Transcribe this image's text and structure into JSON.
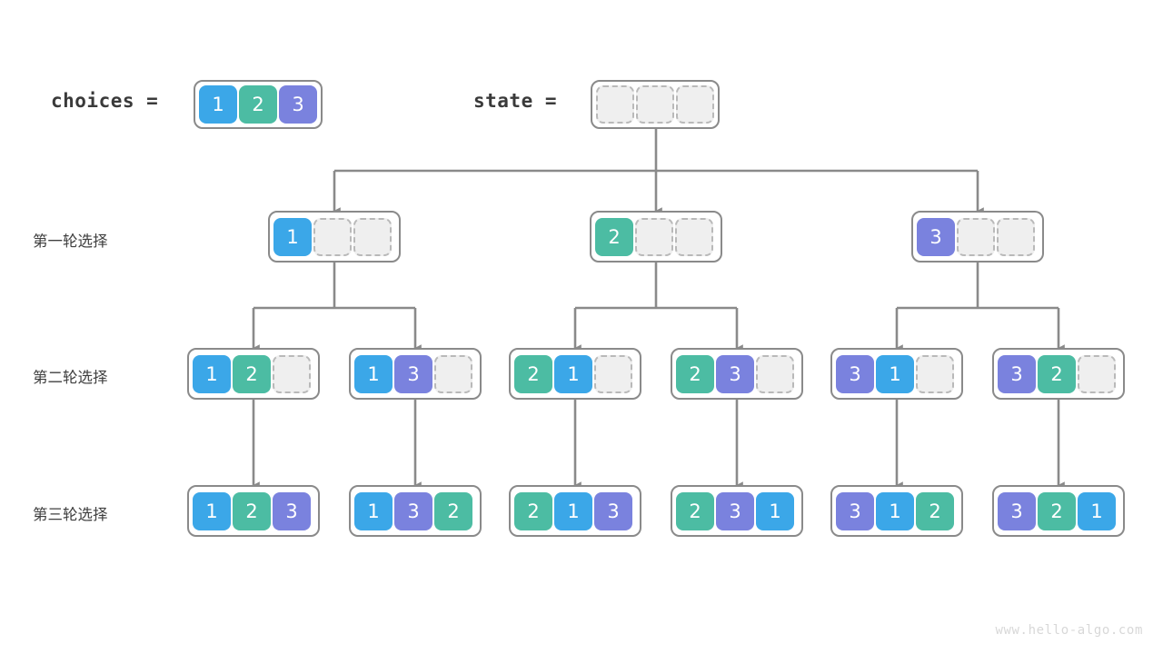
{
  "diagram": {
    "title_watermark": "www.hello-algo.com",
    "palette": {
      "blue": "#3BA7E8",
      "teal": "#4CBCA3",
      "purple": "#7A82DE",
      "empty_fill": "#efefef",
      "empty_border": "#b9b9b9",
      "box_border": "#8a8a8a",
      "connector": "#8a8a8a",
      "label_text": "#3f3f3f"
    },
    "header": {
      "choices_label": "choices  =",
      "choices_values": [
        "1",
        "2",
        "3"
      ],
      "state_label": "state  =",
      "state_values": [
        "",
        "",
        ""
      ]
    },
    "row_labels": [
      "第一轮选择",
      "第二轮选择",
      "第三轮选择"
    ],
    "rows": [
      {
        "name": "first-round",
        "nodes": [
          {
            "values": [
              "1",
              "",
              ""
            ]
          },
          {
            "values": [
              "2",
              "",
              ""
            ]
          },
          {
            "values": [
              "3",
              "",
              ""
            ]
          }
        ]
      },
      {
        "name": "second-round",
        "nodes": [
          {
            "values": [
              "1",
              "2",
              ""
            ]
          },
          {
            "values": [
              "1",
              "3",
              ""
            ]
          },
          {
            "values": [
              "2",
              "1",
              ""
            ]
          },
          {
            "values": [
              "2",
              "3",
              ""
            ]
          },
          {
            "values": [
              "3",
              "1",
              ""
            ]
          },
          {
            "values": [
              "3",
              "2",
              ""
            ]
          }
        ]
      },
      {
        "name": "third-round",
        "nodes": [
          {
            "values": [
              "1",
              "2",
              "3"
            ]
          },
          {
            "values": [
              "1",
              "3",
              "2"
            ]
          },
          {
            "values": [
              "2",
              "1",
              "3"
            ]
          },
          {
            "values": [
              "2",
              "3",
              "1"
            ]
          },
          {
            "values": [
              "3",
              "1",
              "2"
            ]
          },
          {
            "values": [
              "3",
              "2",
              "1"
            ]
          }
        ]
      }
    ]
  }
}
